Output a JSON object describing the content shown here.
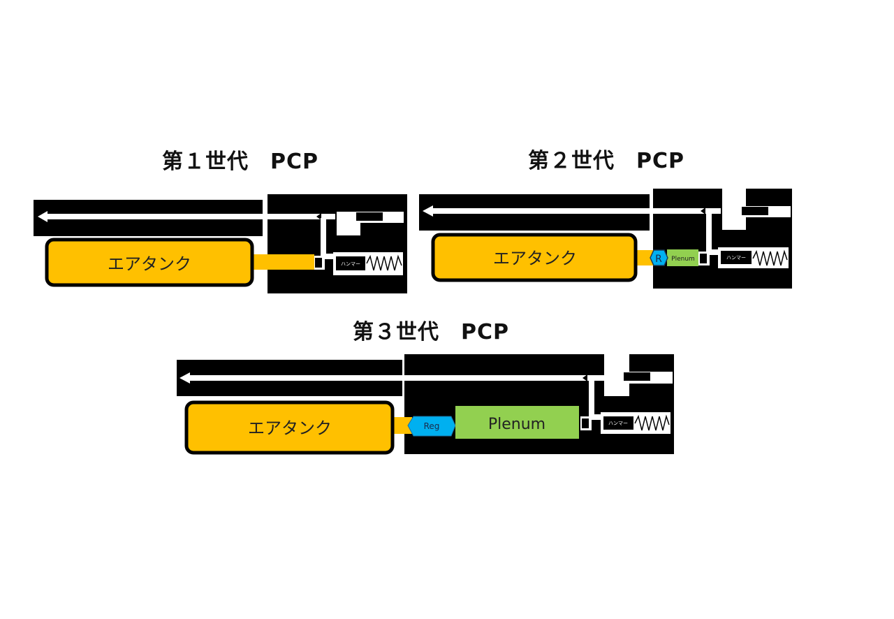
{
  "titles": {
    "gen1": "第１世代　PCP",
    "gen2": "第２世代　PCP",
    "gen3": "第３世代　PCP"
  },
  "labels": {
    "air_tank": "エアタンク",
    "hammer": "ハンマー",
    "regulator_short": "R",
    "regulator": "Reg",
    "plenum": "Plenum"
  },
  "colors": {
    "tank": "#FFC000",
    "plenum": "#92D050",
    "regulator": "#00B0F0",
    "body": "#000000",
    "channel": "#FFFFFF"
  }
}
